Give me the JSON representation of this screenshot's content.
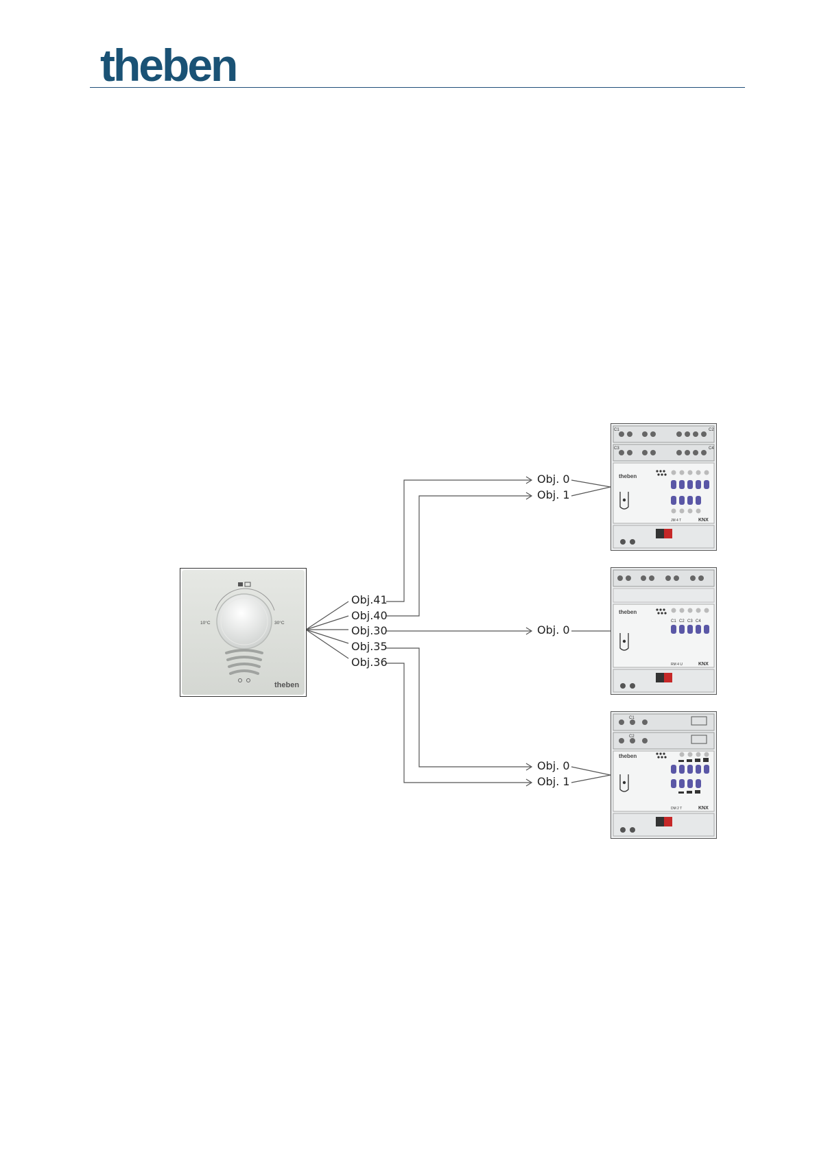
{
  "header": {
    "logo_text": "theben",
    "logo_color": "#1a5275",
    "rule_color": "#1f4e79"
  },
  "thermostat": {
    "label_min": "10°C",
    "label_max": "30°C",
    "brand": "theben",
    "outputs": [
      "Obj.41",
      "Obj.40",
      "Obj.30",
      "Obj.35",
      "Obj.36"
    ]
  },
  "actuators": [
    {
      "model": "JM 4 T",
      "brand": "theben",
      "bus": "KNX",
      "channels": [
        "C1",
        "C2",
        "C3",
        "C4"
      ],
      "inputs": [
        "Obj. 0",
        "Obj. 1"
      ]
    },
    {
      "model": "RM 4 U",
      "brand": "theben",
      "bus": "KNX",
      "channels": [
        "C1",
        "C2",
        "C3",
        "C4"
      ],
      "inputs": [
        "Obj. 0"
      ]
    },
    {
      "model": "DM 2 T",
      "brand": "theben",
      "bus": "KNX",
      "channels": [
        "C1",
        "C2"
      ],
      "inputs": [
        "Obj. 0",
        "Obj. 1"
      ]
    }
  ],
  "colors": {
    "button": "#5a57a6",
    "wire": "#444444",
    "housing": "#eceeef",
    "red_terminal": "#c62828"
  }
}
